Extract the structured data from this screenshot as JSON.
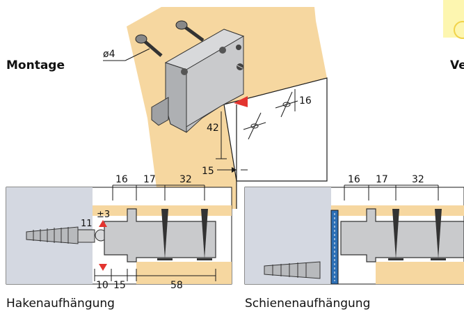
{
  "labels": {
    "montage": "Montage",
    "cut_right": "Ve",
    "caption_left": "Hakenaufhängung",
    "caption_right": "Schienenaufhängung"
  },
  "dimensions": {
    "drill_diameter": "ø4",
    "vertical_offset": "16",
    "height": "42",
    "edge_offset": "15",
    "tolerance": "±3",
    "hook_height": "11",
    "left_top": [
      "16",
      "17",
      "32"
    ],
    "left_bottom": [
      "10",
      "15",
      "58"
    ],
    "right_top": [
      "16",
      "17",
      "32"
    ]
  },
  "colors": {
    "wood": "#f6d7a0",
    "wall": "#d4d8e1",
    "metal": "#cfd0d2",
    "marker_red": "#e3342f",
    "rail_blue": "#2c6fb5",
    "highlight_yellow": "#fdf6b0"
  }
}
